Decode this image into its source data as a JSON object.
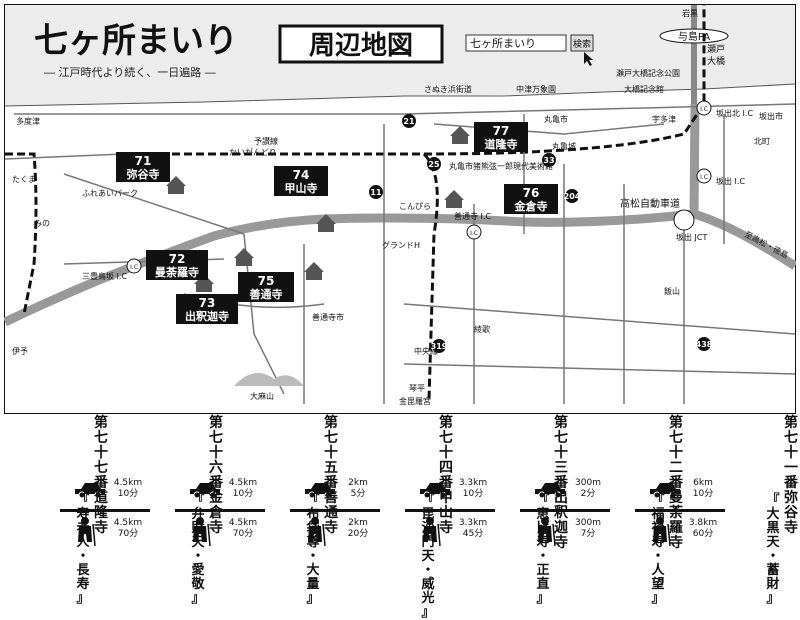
{
  "header": {
    "title": "七ヶ所まいり",
    "subtitle": "― 江戸時代より続く、一日遍路 ―",
    "map_title": "周辺地図",
    "search_value": "七ヶ所まいり",
    "search_button": "検索"
  },
  "temples": [
    {
      "number": "71",
      "name": "弥谷寺"
    },
    {
      "number": "72",
      "name": "曼荼羅寺"
    },
    {
      "number": "73",
      "name": "出釈迦寺"
    },
    {
      "number": "74",
      "name": "甲山寺"
    },
    {
      "number": "75",
      "name": "善通寺"
    },
    {
      "number": "76",
      "name": "金倉寺"
    },
    {
      "number": "77",
      "name": "道隆寺"
    }
  ],
  "map_labels": {
    "takamatsu_exp": "高松自動車道",
    "sakaide_jct": "坂出 JCT",
    "sakaide_ic": "坂出 I.C",
    "sakaide_kita_ic": "坂出北 I.C",
    "zentsuji_ic": "善通寺 I.C",
    "mitoyo_ic": "三豊鳥坂 I.C",
    "yoshima_pa": "与島PA",
    "seto_bridge": "瀬戸大橋",
    "seto_ohashi_kinenkoen": "瀬戸大橋記念公園",
    "ohashi_kinenkan": "大橋記念館",
    "sanuki_seaside": "さぬき浜街道",
    "nakatsu_bansho": "中津万象園",
    "marugame": "丸亀市",
    "marugame_jo": "丸亀城",
    "marugame_museum": "丸亀市猪熊弦一郎現代美術館",
    "kaigandori": "かいがんどり",
    "fureai_park": "ふれあいパーク",
    "mino": "みの",
    "takuma": "たくま",
    "tadotsu": "多度津",
    "konpira": "こんぴら",
    "kotohira": "琴平",
    "zentsuji_city": "善通寺市",
    "grand_hotel": "グランドH",
    "ayauta": "綾歌",
    "aisaka": "飯山",
    "oasayama": "大麻山",
    "kinpira": "金毘羅宮",
    "chuo_line": "中央線",
    "yosan_line": "予讃線",
    "iyo": "伊予",
    "takamatsu_dir": "至高松・徳島",
    "sakaide_city": "坂出市",
    "utazu": "宇多津",
    "kitamachi": "北町",
    "iwaguro": "岩黒",
    "route_11": "11",
    "route_21": "21",
    "route_33": "33",
    "route_25": "25",
    "route_204": "204",
    "route_319": "319",
    "route_438": "438"
  },
  "route": [
    {
      "order": "第七十一番",
      "temple": "弥谷寺",
      "deity": "『大黒天・蓄財』",
      "car": {
        "dist": "6km",
        "time": "10分"
      },
      "walk": {
        "dist": "3.8km",
        "time": "60分"
      }
    },
    {
      "order": "第七十二番",
      "temple": "曼荼羅寺",
      "deity": "『福禄寿・人望』",
      "car": {
        "dist": "300m",
        "time": "2分"
      },
      "walk": {
        "dist": "300m",
        "time": "7分"
      }
    },
    {
      "order": "第七十三番",
      "temple": "出釈迦寺",
      "deity": "『恵比寿・正直』",
      "car": {
        "dist": "3.3km",
        "time": "10分"
      },
      "walk": {
        "dist": "3.3km",
        "time": "45分"
      }
    },
    {
      "order": "第七十四番",
      "temple": "甲山寺",
      "deity": "『毘沙門天・威光』",
      "car": {
        "dist": "2km",
        "time": "5分"
      },
      "walk": {
        "dist": "2km",
        "time": "20分"
      }
    },
    {
      "order": "第七十五番",
      "temple": "善通寺",
      "deity": "『布袋尊・大量』",
      "car": {
        "dist": "4.5km",
        "time": "10分"
      },
      "walk": {
        "dist": "4.5km",
        "time": "70分"
      }
    },
    {
      "order": "第七十六番",
      "temple": "金倉寺",
      "deity": "『弁財天・愛敬』",
      "car": {
        "dist": "4.5km",
        "time": "10分"
      },
      "walk": {
        "dist": "4.5km",
        "time": "70分"
      }
    },
    {
      "order": "第七十七番",
      "temple": "道隆寺",
      "deity": "『寿老人・長寿』",
      "car": null,
      "walk": null
    }
  ]
}
